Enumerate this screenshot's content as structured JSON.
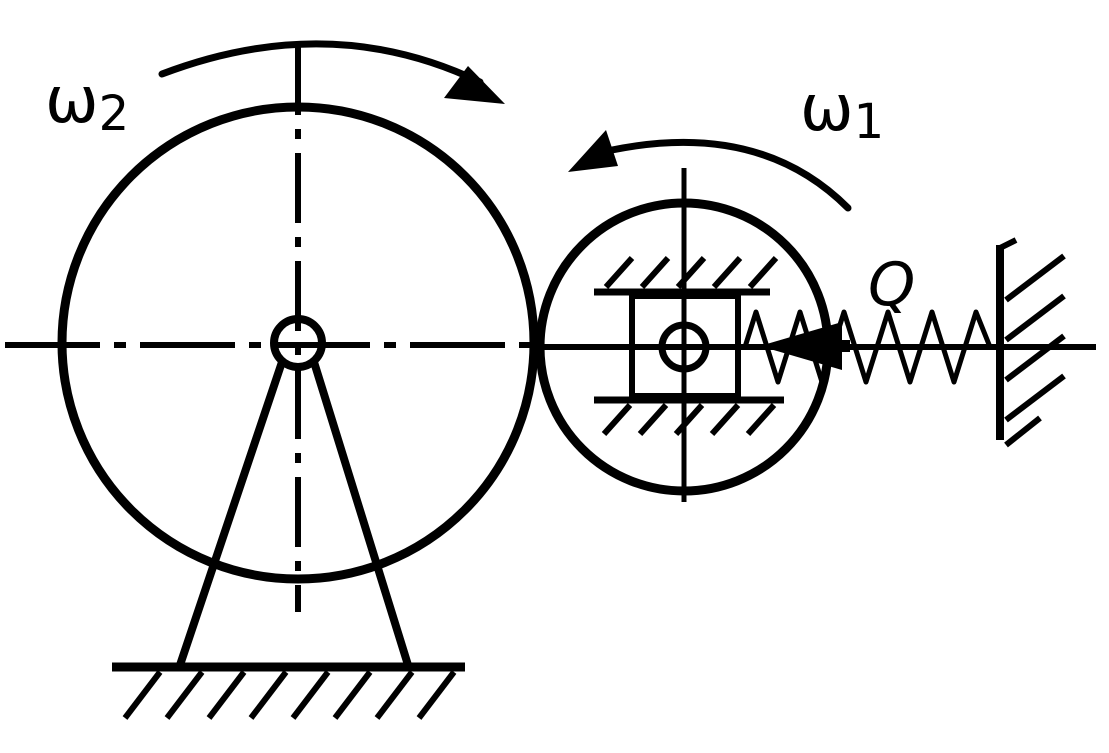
{
  "labels": {
    "omega2": "ω",
    "omega2_sub": "2",
    "omega1": "ω",
    "omega1_sub": "1",
    "force": "Q"
  },
  "colors": {
    "ink": "#000000",
    "background": "#ffffff"
  }
}
